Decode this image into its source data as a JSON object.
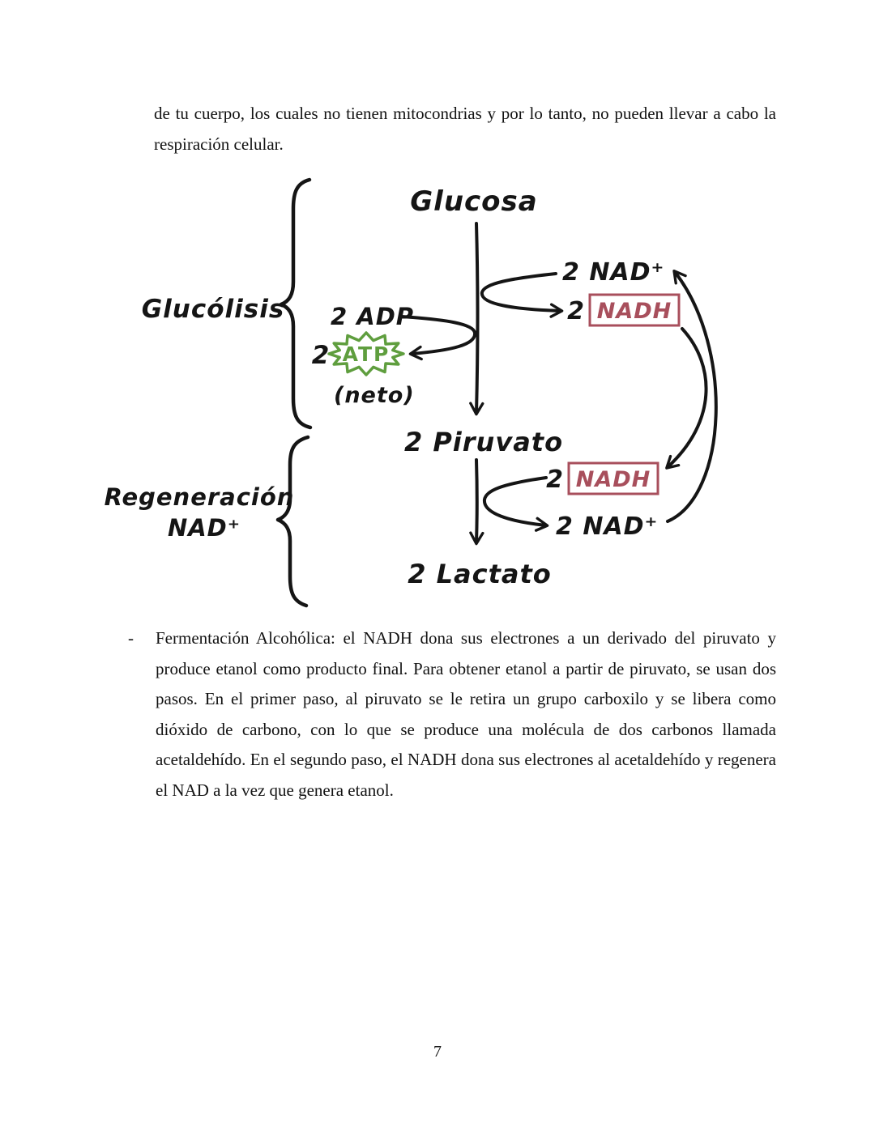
{
  "page": {
    "paragraph_top": "de tu cuerpo, los cuales no tienen mitocondrias y por lo tanto, no pueden llevar a cabo la respiración celular.",
    "bullet": {
      "marker": "-",
      "text": "Fermentación Alcohólica: el NADH dona sus electrones a un derivado del piruvato y produce etanol como producto final. Para obtener etanol a partir de piruvato, se usan dos pasos. En el primer paso, al piruvato se le retira un grupo carboxilo y se libera como dióxido de carbono, con lo que se produce una molécula de dos carbonos llamada acetaldehído. En el segundo paso, el NADH dona sus electrones al acetaldehído y regenera el NAD a la vez que genera etanol."
    },
    "page_number": "7"
  },
  "diagram": {
    "labels": {
      "glucosa": "Glucosa",
      "glucolisis": "Glucólisis",
      "adp": "2 ADP",
      "atp_count": "2",
      "atp": "ATP",
      "neto": "(neto)",
      "nad_top": "2 NAD⁺",
      "nadh_top_count": "2",
      "nadh_top": "NADH",
      "piruvato": "2 Piruvato",
      "nadh_bottom_count": "2",
      "nadh_bottom": "NADH",
      "nad_bottom": "2 NAD⁺",
      "lactato": "2 Lactato",
      "regeneracion_line1": "Regeneración",
      "regeneracion_line2": "NAD⁺"
    },
    "colors": {
      "ink": "#151515",
      "nadh_box": "#a84f5c",
      "atp_green": "#5f9e3e"
    }
  }
}
